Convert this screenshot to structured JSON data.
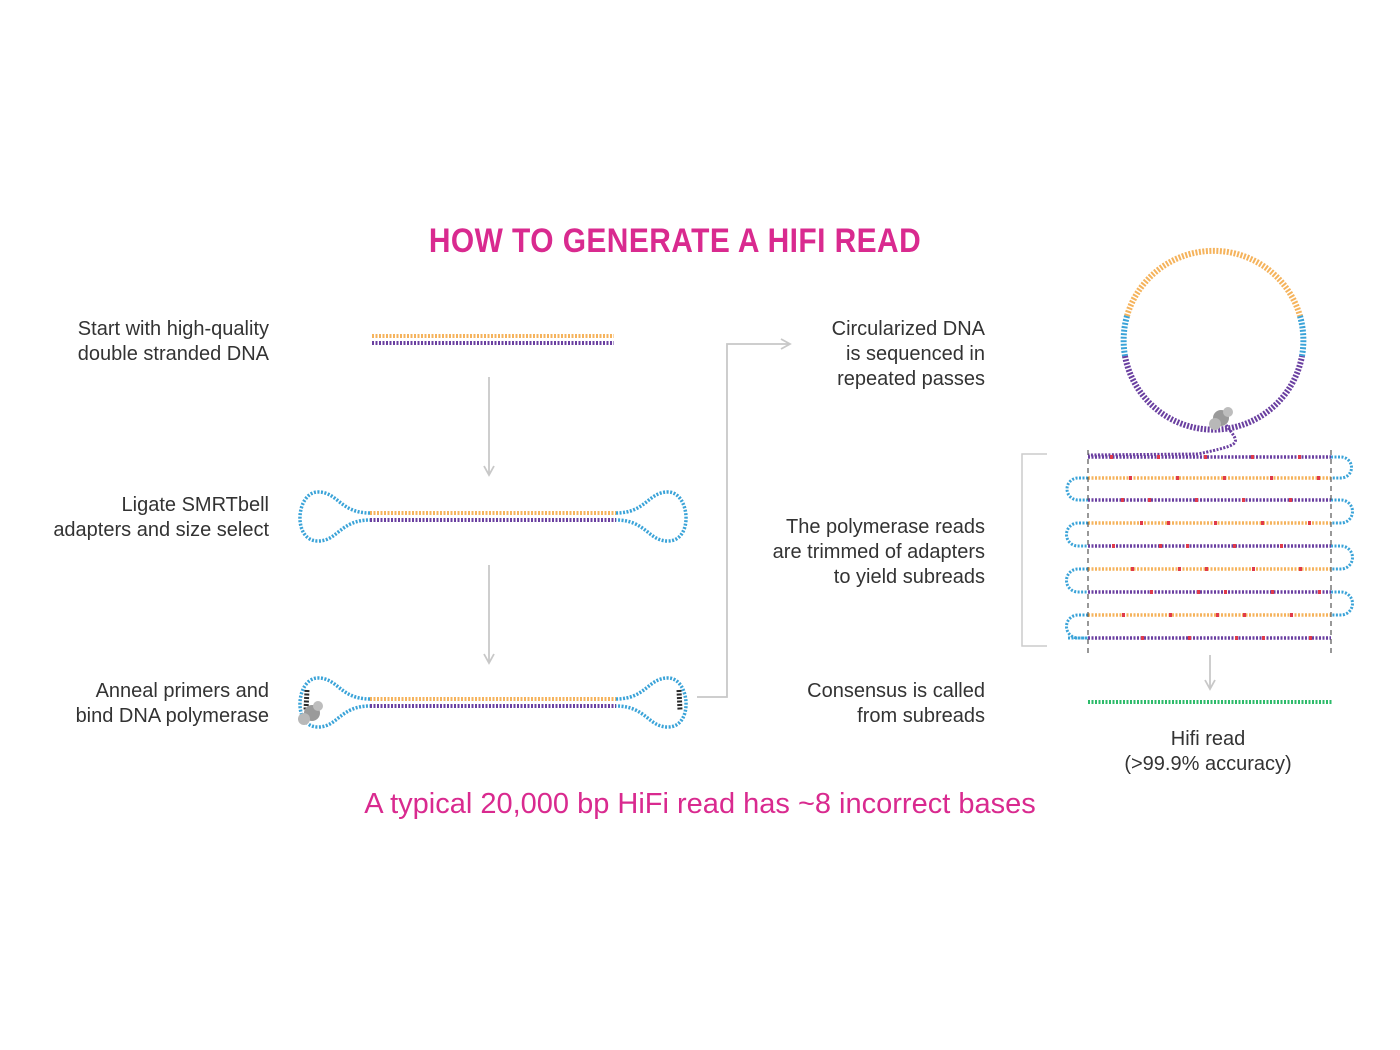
{
  "title": "HOW TO GENERATE A HIFI READ",
  "footer": "A typical 20,000 bp HiFi read has ~8 incorrect bases",
  "steps": {
    "start": [
      "Start with high-quality",
      "double stranded DNA"
    ],
    "ligate": [
      "Ligate SMRTbell",
      "adapters and size select"
    ],
    "anneal": [
      "Anneal primers and",
      "bind DNA polymerase"
    ],
    "circularized": [
      "Circularized DNA",
      "is sequenced in",
      "repeated passes"
    ],
    "trimmed": [
      "The polymerase reads",
      "are trimmed of adapters",
      "to yield subreads"
    ],
    "consensus": [
      "Consensus is called",
      "from subreads"
    ],
    "hifi": [
      "Hifi read",
      "(>99.9% accuracy)"
    ]
  },
  "colors": {
    "title": "#d92a8f",
    "insert_strand": "#f5b35c",
    "complement_strand": "#6a3fa0",
    "adapter": "#3aa3d8",
    "error_base": "#e03a4a",
    "hifi_read": "#2dbb6a",
    "arrow": "#c8c8c8",
    "polymerase": "#9a9a9a"
  },
  "icons": [
    "polymerase-icon",
    "primer-icon",
    "down-arrow-icon",
    "elbow-arrow-icon"
  ]
}
